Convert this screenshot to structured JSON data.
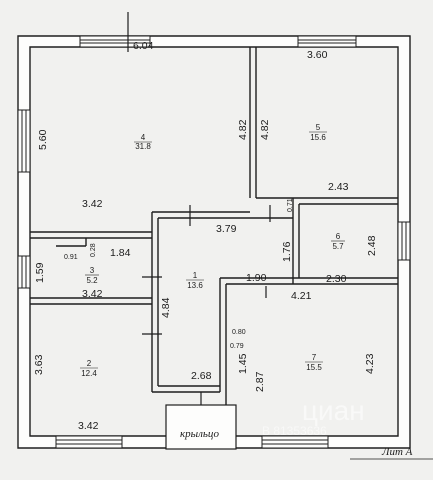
{
  "rooms": [
    {
      "id": "room-4",
      "number": "4",
      "area": "31.8"
    },
    {
      "id": "room-5",
      "number": "5",
      "area": "15.6"
    },
    {
      "id": "room-6",
      "number": "6",
      "area": "5.7"
    },
    {
      "id": "room-3",
      "number": "3",
      "area": "5.2"
    },
    {
      "id": "room-1",
      "number": "1",
      "area": "13.6"
    },
    {
      "id": "room-2",
      "number": "2",
      "area": "12.4"
    },
    {
      "id": "room-7",
      "number": "7",
      "area": "15.5"
    }
  ],
  "dimensions": {
    "d_6_04": "6.04",
    "d_3_60": "3.60",
    "d_5_60": "5.60",
    "d_4_82_a": "4.82",
    "d_4_82_b": "4.82",
    "d_2_43": "2.43",
    "d_0_71": "0.71",
    "d_3_42_top": "3.42",
    "d_3_79": "3.79",
    "d_0_28": "0.28",
    "d_0_91": "0.91",
    "d_1_84": "1.84",
    "d_1_76": "1.76",
    "d_2_48": "2.48",
    "d_1_59": "1.59",
    "d_1_90": "1.90",
    "d_2_30": "2.30",
    "d_3_42_mid": "3.42",
    "d_4_21": "4.21",
    "d_4_84": "4.84",
    "d_0_80": "0.80",
    "d_0_79": "0.79",
    "d_3_63": "3.63",
    "d_4_23": "4.23",
    "d_2_68": "2.68",
    "d_1_45": "1.45",
    "d_2_87": "2.87",
    "d_3_42_bottom": "3.42"
  },
  "porch_label": "крыльцо",
  "stamp_label": "Лит А",
  "watermark": {
    "brand": "циан",
    "id": "В 81353636"
  }
}
